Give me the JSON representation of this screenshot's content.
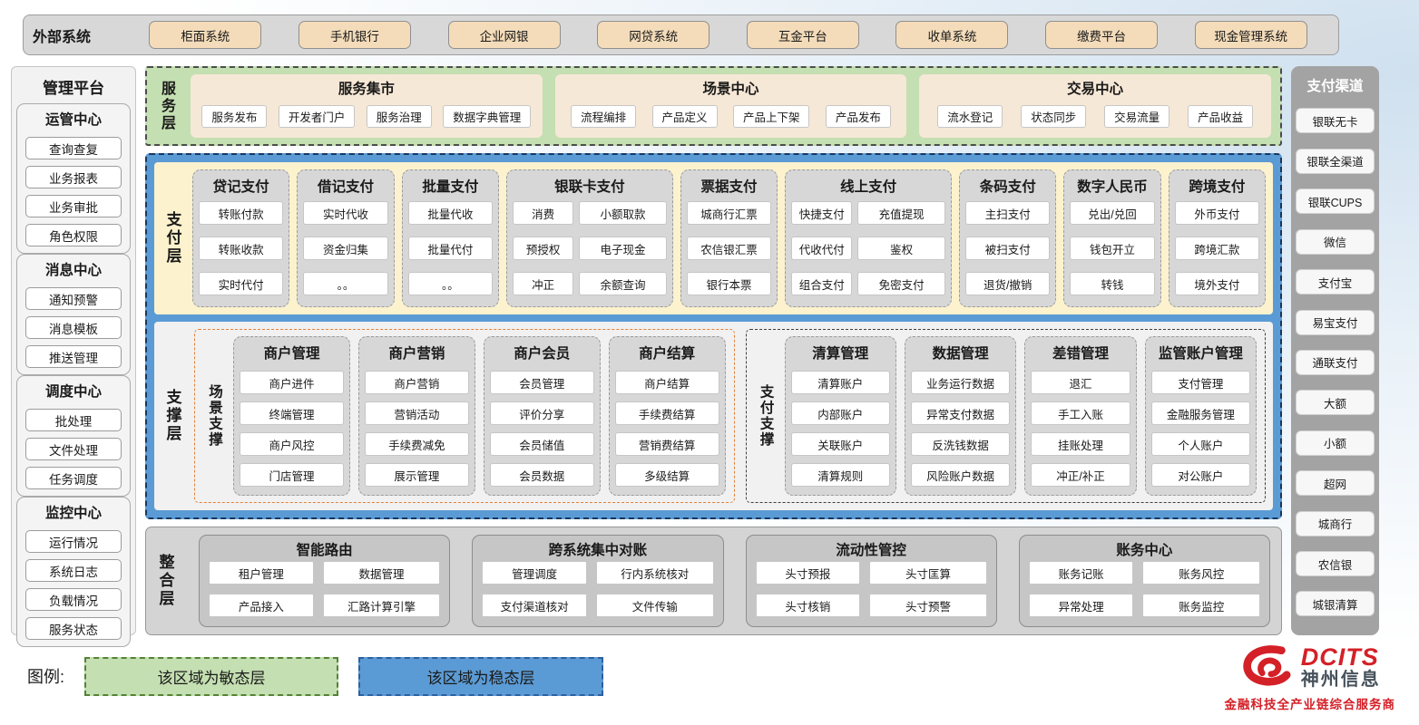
{
  "external": {
    "label": "外部系统",
    "systems": [
      "柜面系统",
      "手机银行",
      "企业网银",
      "网贷系统",
      "互金平台",
      "收单系统",
      "缴费平台",
      "现金管理系统"
    ]
  },
  "management": {
    "title": "管理平台",
    "sections": [
      {
        "title": "运管中心",
        "items": [
          "查询查复",
          "业务报表",
          "业务审批",
          "角色权限"
        ]
      },
      {
        "title": "消息中心",
        "items": [
          "通知预警",
          "消息模板",
          "推送管理"
        ]
      },
      {
        "title": "调度中心",
        "items": [
          "批处理",
          "文件处理",
          "任务调度"
        ]
      },
      {
        "title": "监控中心",
        "items": [
          "运行情况",
          "系统日志",
          "负载情况",
          "服务状态"
        ]
      }
    ]
  },
  "service_layer": {
    "label": "服务层",
    "sections": [
      {
        "title": "服务集市",
        "items": [
          "服务发布",
          "开发者门户",
          "服务治理",
          "数据字典管理"
        ]
      },
      {
        "title": "场景中心",
        "items": [
          "流程编排",
          "产品定义",
          "产品上下架",
          "产品发布"
        ]
      },
      {
        "title": "交易中心",
        "items": [
          "流水登记",
          "状态同步",
          "交易流量",
          "产品收益"
        ]
      }
    ]
  },
  "payment_layer": {
    "label": "支付层",
    "groups": [
      {
        "title": "贷记支付",
        "cols": 1,
        "items": [
          "转账付款",
          "转账收款",
          "实时代付"
        ]
      },
      {
        "title": "借记支付",
        "cols": 1,
        "items": [
          "实时代收",
          "资金归集",
          "。。"
        ]
      },
      {
        "title": "批量支付",
        "cols": 1,
        "items": [
          "批量代收",
          "批量代付",
          "。。"
        ]
      },
      {
        "title": "银联卡支付",
        "cols": 2,
        "items": [
          "消费",
          "小额取款",
          "预授权",
          "电子现金",
          "冲正",
          "余额查询"
        ]
      },
      {
        "title": "票据支付",
        "cols": 1,
        "items": [
          "城商行汇票",
          "农信银汇票",
          "银行本票"
        ]
      },
      {
        "title": "线上支付",
        "cols": 2,
        "items": [
          "快捷支付",
          "充值提现",
          "代收代付",
          "鉴权",
          "组合支付",
          "免密支付"
        ]
      },
      {
        "title": "条码支付",
        "cols": 1,
        "items": [
          "主扫支付",
          "被扫支付",
          "退货/撤销"
        ]
      },
      {
        "title": "数字人民币",
        "cols": 1,
        "items": [
          "兑出/兑回",
          "钱包开立",
          "转钱"
        ]
      },
      {
        "title": "跨境支付",
        "cols": 1,
        "items": [
          "外币支付",
          "跨境汇款",
          "境外支付"
        ]
      }
    ]
  },
  "support_layer": {
    "label": "支撑层",
    "zones": [
      {
        "label": "场景支撑",
        "style": "orange",
        "columns": [
          {
            "title": "商户管理",
            "items": [
              "商户进件",
              "终端管理",
              "商户风控",
              "门店管理"
            ]
          },
          {
            "title": "商户营销",
            "items": [
              "商户营销",
              "营销活动",
              "手续费减免",
              "展示管理"
            ]
          },
          {
            "title": "商户会员",
            "items": [
              "会员管理",
              "评价分享",
              "会员储值",
              "会员数据"
            ]
          },
          {
            "title": "商户结算",
            "items": [
              "商户结算",
              "手续费结算",
              "营销费结算",
              "多级结算"
            ]
          }
        ]
      },
      {
        "label": "支付支撑",
        "style": "dark",
        "columns": [
          {
            "title": "清算管理",
            "items": [
              "清算账户",
              "内部账户",
              "关联账户",
              "清算规则"
            ]
          },
          {
            "title": "数据管理",
            "items": [
              "业务运行数据",
              "异常支付数据",
              "反洗钱数据",
              "风险账户数据"
            ]
          },
          {
            "title": "差错管理",
            "items": [
              "退汇",
              "手工入账",
              "挂账处理",
              "冲正/补正"
            ]
          },
          {
            "title": "监管账户管理",
            "items": [
              "支付管理",
              "金融服务管理",
              "个人账户",
              "对公账户"
            ]
          }
        ]
      }
    ]
  },
  "integration_layer": {
    "label": "整合层",
    "sections": [
      {
        "title": "智能路由",
        "items": [
          "租户管理",
          "数据管理",
          "产品接入",
          "汇路计算引擎"
        ]
      },
      {
        "title": "跨系统集中对账",
        "items": [
          "管理调度",
          "行内系统核对",
          "支付渠道核对",
          "文件传输"
        ]
      },
      {
        "title": "流动性管控",
        "items": [
          "头寸预报",
          "头寸匡算",
          "头寸核销",
          "头寸预警"
        ]
      },
      {
        "title": "账务中心",
        "items": [
          "账务记账",
          "账务风控",
          "异常处理",
          "账务监控"
        ]
      }
    ]
  },
  "channels": {
    "title": "支付渠道",
    "items": [
      "银联无卡",
      "银联全渠道",
      "银联CUPS",
      "微信",
      "支付宝",
      "易宝支付",
      "通联支付",
      "大额",
      "小额",
      "超网",
      "城商行",
      "农信银",
      "城银清算"
    ]
  },
  "legend": {
    "label": "图例:",
    "agile": "该区域为敏态层",
    "stable": "该区域为稳态层"
  },
  "branding": {
    "logo_text": "DCITS",
    "company": "神州信息",
    "tagline": "金融科技全产业链综合服务商"
  },
  "colors": {
    "agile_green": "#c4dfb1",
    "stable_blue": "#5b9bd5",
    "payment_cream": "#fcf2cd",
    "panel_gray": "#d8d8d8",
    "external_tan": "#f4dcba",
    "brand_red": "#d42027"
  }
}
